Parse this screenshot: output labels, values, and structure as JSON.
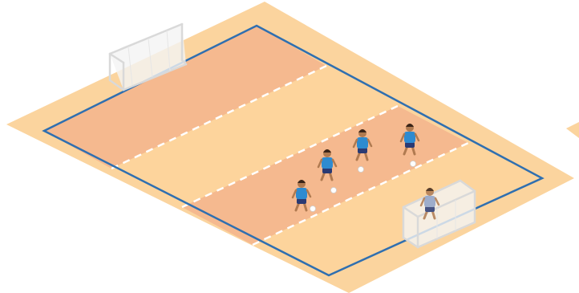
{
  "colors": {
    "background": "#ffffff",
    "floor": "#fbd49e",
    "zone_shaded": "#f5b98f",
    "zone_light": "#fdd49c",
    "boundary_line": "#2f6fb0",
    "divider_line": "#ffffff",
    "goal_frame": "#e6e6e6",
    "goal_net": "#f4f4f4",
    "player_shirt": "#2e8bd0",
    "player_shorts": "#2a3a73",
    "player_skin": "#b07a50",
    "player_hair": "#3a2418",
    "goalkeeper_shirt": "#8fa2c8",
    "ball": "#ffffff"
  },
  "court": {
    "zones": 3,
    "zone_fills": [
      "shaded",
      "light",
      "shaded"
    ],
    "divider_style": "dashed"
  },
  "goals": [
    {
      "name": "goal-left",
      "icon": "goal-icon"
    },
    {
      "name": "goal-right",
      "icon": "goal-icon"
    }
  ],
  "players": [
    {
      "name": "player-1",
      "icon": "player-icon",
      "has_ball": true
    },
    {
      "name": "player-2",
      "icon": "player-icon",
      "has_ball": true
    },
    {
      "name": "player-3",
      "icon": "player-icon",
      "has_ball": true
    },
    {
      "name": "player-4",
      "icon": "player-icon",
      "has_ball": true
    }
  ],
  "goalkeeper": {
    "name": "goalkeeper",
    "icon": "goalkeeper-icon"
  }
}
